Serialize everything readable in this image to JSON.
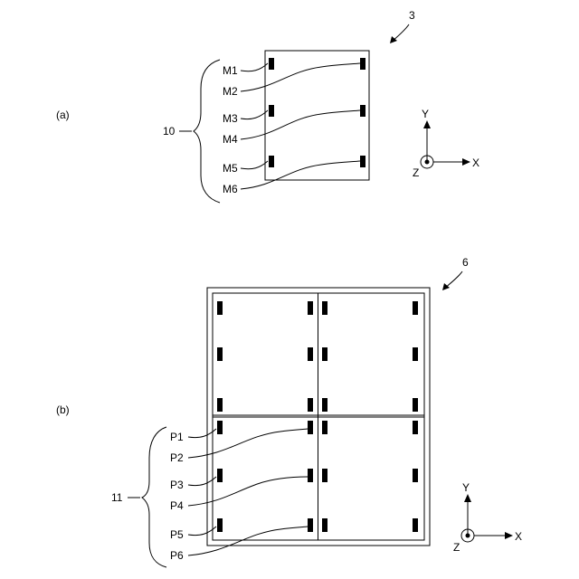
{
  "colors": {
    "ink": "#000000",
    "background": "#ffffff"
  },
  "panel_a": {
    "label": "(a)",
    "ref_number": "3",
    "group_label": "10",
    "marks": [
      "M1",
      "M2",
      "M3",
      "M4",
      "M5",
      "M6"
    ],
    "axes": {
      "y": "Y",
      "x": "X",
      "z": "Z"
    }
  },
  "panel_b": {
    "label": "(b)",
    "ref_number": "6",
    "group_label": "11",
    "marks": [
      "P1",
      "P2",
      "P3",
      "P4",
      "P5",
      "P6"
    ],
    "axes": {
      "y": "Y",
      "x": "X",
      "z": "Z"
    }
  }
}
